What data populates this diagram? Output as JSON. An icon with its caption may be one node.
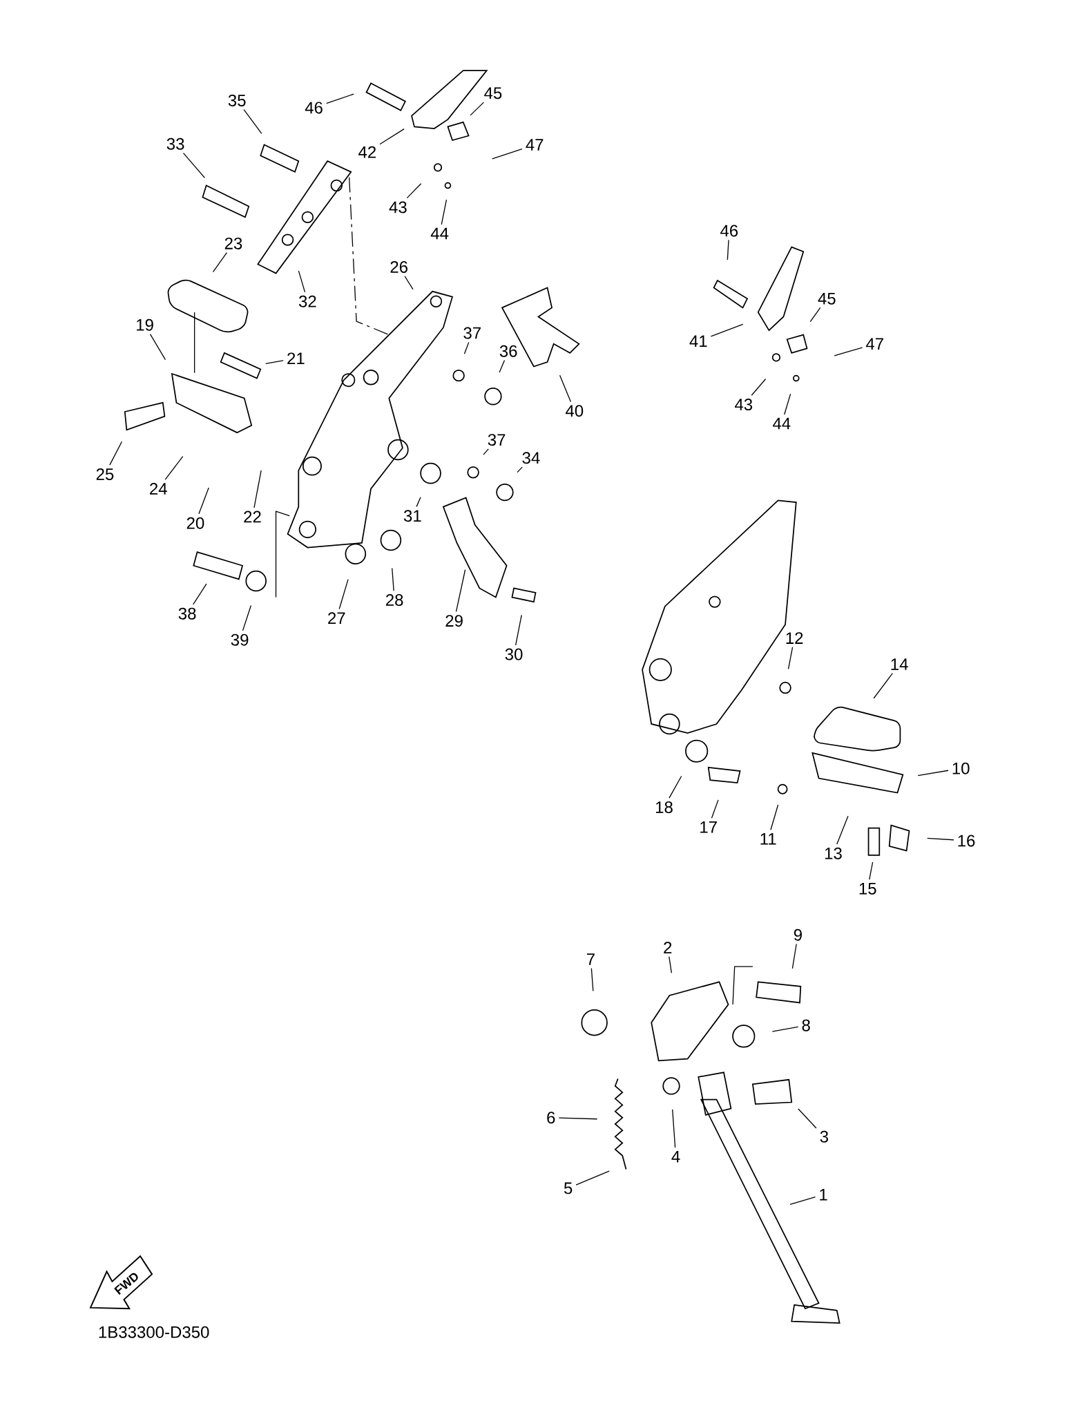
{
  "diagram": {
    "nodes": [
      {
        "text": [
          "46"
        ]
      },
      {
        "text": [
          "35"
        ]
      },
      {
        "text": [
          "45"
        ]
      },
      {
        "text": [
          "33"
        ]
      },
      {
        "text": [
          "47"
        ]
      },
      {
        "text": [
          "42"
        ]
      },
      {
        "text": [
          "43"
        ]
      },
      {
        "text": [
          "44"
        ]
      },
      {
        "text": [
          "46"
        ]
      },
      {
        "text": [
          "23"
        ]
      },
      {
        "text": [
          "26"
        ]
      },
      {
        "text": [
          "45"
        ]
      },
      {
        "text": [
          "32"
        ]
      },
      {
        "text": [
          "19"
        ]
      },
      {
        "text": [
          "41"
        ]
      },
      {
        "text": [
          "37"
        ]
      },
      {
        "text": [
          "47"
        ]
      },
      {
        "text": [
          "21"
        ]
      },
      {
        "text": [
          "36"
        ]
      },
      {
        "text": [
          "43"
        ]
      },
      {
        "text": [
          "40"
        ]
      },
      {
        "text": [
          "44"
        ]
      },
      {
        "text": [
          "37"
        ]
      },
      {
        "text": [
          "34"
        ]
      },
      {
        "text": [
          "25"
        ]
      },
      {
        "text": [
          "24"
        ]
      },
      {
        "text": [
          "31"
        ]
      },
      {
        "text": [
          "22"
        ]
      },
      {
        "text": [
          "20"
        ]
      },
      {
        "text": [
          "28"
        ]
      },
      {
        "text": [
          "38"
        ]
      },
      {
        "text": [
          "27"
        ]
      },
      {
        "text": [
          "29"
        ]
      },
      {
        "text": [
          "39"
        ]
      },
      {
        "text": [
          "30"
        ]
      },
      {
        "text": [
          "12"
        ]
      },
      {
        "text": [
          "14"
        ]
      },
      {
        "text": [
          "10"
        ]
      },
      {
        "text": [
          "18"
        ]
      },
      {
        "text": [
          "17"
        ]
      },
      {
        "text": [
          "11"
        ]
      },
      {
        "text": [
          "16"
        ]
      },
      {
        "text": [
          "13"
        ]
      },
      {
        "text": [
          "15"
        ]
      },
      {
        "text": [
          "9"
        ]
      },
      {
        "text": [
          "2"
        ]
      },
      {
        "text": [
          "7"
        ]
      },
      {
        "text": [
          "8"
        ]
      },
      {
        "text": [
          "6"
        ]
      },
      {
        "text": [
          "3"
        ]
      },
      {
        "text": [
          "4"
        ]
      },
      {
        "text": [
          "5"
        ]
      },
      {
        "text": [
          "1"
        ]
      }
    ],
    "edges": [
      {
        "from": 0,
        "to": null,
        "arrow": "none"
      },
      {
        "from": 1,
        "to": null,
        "arrow": "none"
      },
      {
        "from": 2,
        "to": null,
        "arrow": "none"
      },
      {
        "from": 3,
        "to": null,
        "arrow": "none"
      },
      {
        "from": 4,
        "to": null,
        "arrow": "none"
      },
      {
        "from": 5,
        "to": null,
        "arrow": "none"
      },
      {
        "from": 6,
        "to": null,
        "arrow": "none"
      },
      {
        "from": 7,
        "to": null,
        "arrow": "none"
      },
      {
        "from": 8,
        "to": null,
        "arrow": "none"
      },
      {
        "from": 9,
        "to": null,
        "arrow": "none"
      },
      {
        "from": 10,
        "to": null,
        "arrow": "none"
      },
      {
        "from": 11,
        "to": null,
        "arrow": "none"
      },
      {
        "from": 12,
        "to": null,
        "arrow": "none"
      },
      {
        "from": 13,
        "to": null,
        "arrow": "none"
      },
      {
        "from": 14,
        "to": null,
        "arrow": "none"
      },
      {
        "from": 15,
        "to": null,
        "arrow": "none"
      },
      {
        "from": 16,
        "to": null,
        "arrow": "none"
      },
      {
        "from": 17,
        "to": null,
        "arrow": "none"
      },
      {
        "from": 18,
        "to": null,
        "arrow": "none"
      },
      {
        "from": 19,
        "to": null,
        "arrow": "none"
      },
      {
        "from": 20,
        "to": null,
        "arrow": "none"
      },
      {
        "from": 21,
        "to": null,
        "arrow": "none"
      },
      {
        "from": 22,
        "to": null,
        "arrow": "none"
      },
      {
        "from": 23,
        "to": null,
        "arrow": "none"
      },
      {
        "from": 24,
        "to": null,
        "arrow": "none"
      },
      {
        "from": 25,
        "to": null,
        "arrow": "none"
      },
      {
        "from": 26,
        "to": null,
        "arrow": "none"
      },
      {
        "from": 27,
        "to": null,
        "arrow": "none"
      },
      {
        "from": 28,
        "to": null,
        "arrow": "none"
      },
      {
        "from": 29,
        "to": null,
        "arrow": "none"
      },
      {
        "from": 30,
        "to": null,
        "arrow": "none"
      },
      {
        "from": 31,
        "to": null,
        "arrow": "none"
      },
      {
        "from": 32,
        "to": null,
        "arrow": "none"
      },
      {
        "from": 33,
        "to": null,
        "arrow": "none"
      },
      {
        "from": 34,
        "to": null,
        "arrow": "none"
      },
      {
        "from": 35,
        "to": null,
        "arrow": "none"
      },
      {
        "from": 36,
        "to": null,
        "arrow": "none"
      },
      {
        "from": 37,
        "to": null,
        "arrow": "none"
      },
      {
        "from": 38,
        "to": null,
        "arrow": "none"
      },
      {
        "from": 39,
        "to": null,
        "arrow": "none"
      },
      {
        "from": 40,
        "to": null,
        "arrow": "none"
      },
      {
        "from": 41,
        "to": null,
        "arrow": "none"
      },
      {
        "from": 42,
        "to": null,
        "arrow": "none"
      },
      {
        "from": 43,
        "to": null,
        "arrow": "none"
      },
      {
        "from": 44,
        "to": null,
        "arrow": "none"
      },
      {
        "from": 45,
        "to": null,
        "arrow": "none"
      },
      {
        "from": 46,
        "to": null,
        "arrow": "none"
      },
      {
        "from": 47,
        "to": null,
        "arrow": "none"
      },
      {
        "from": 48,
        "to": null,
        "arrow": "none"
      },
      {
        "from": 49,
        "to": null,
        "arrow": "none"
      },
      {
        "from": 50,
        "to": null,
        "arrow": "none"
      },
      {
        "from": 51,
        "to": null,
        "arrow": "none"
      },
      {
        "from": 52,
        "to": null,
        "arrow": "none"
      }
    ],
    "labels": [
      "FWD",
      "1B33300-D350"
    ]
  }
}
